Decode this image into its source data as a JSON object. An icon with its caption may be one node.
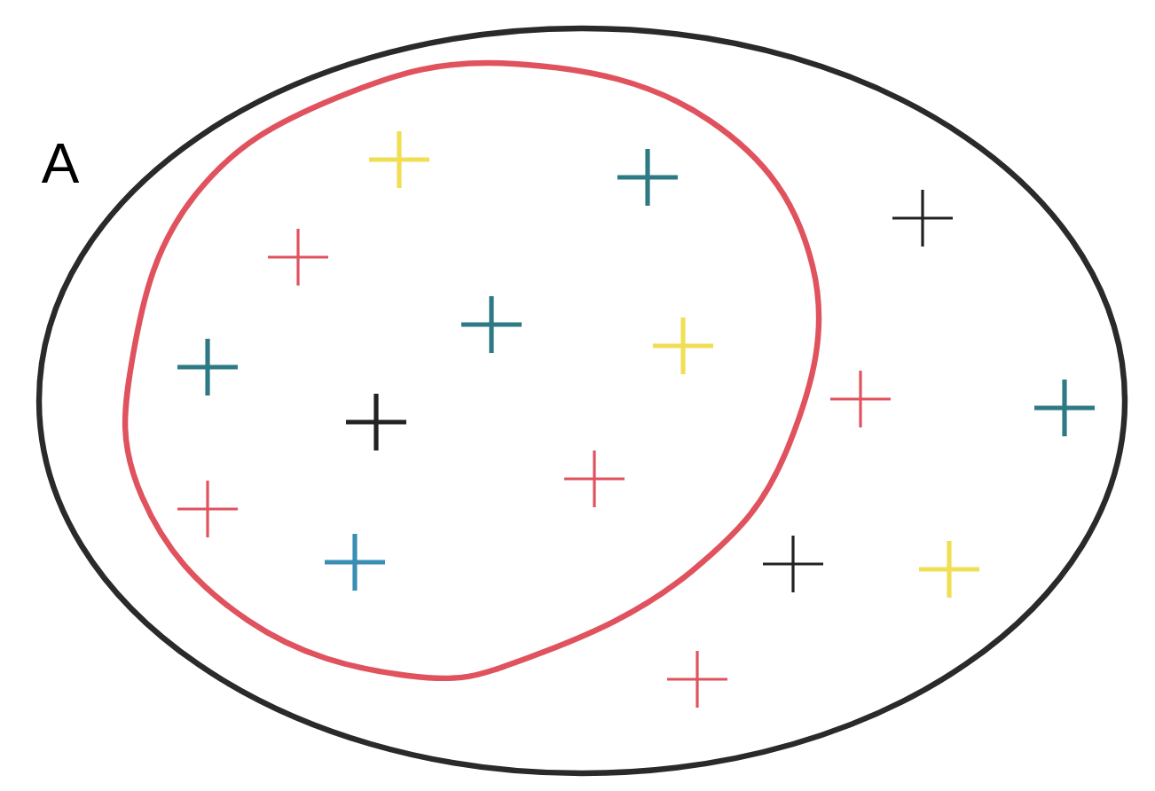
{
  "diagram": {
    "nodes": [
      {
        "text": [
          "A"
        ]
      },
      {
        "text": [],
        "shape": "ellipse",
        "in": 0
      }
    ]
  }
}
